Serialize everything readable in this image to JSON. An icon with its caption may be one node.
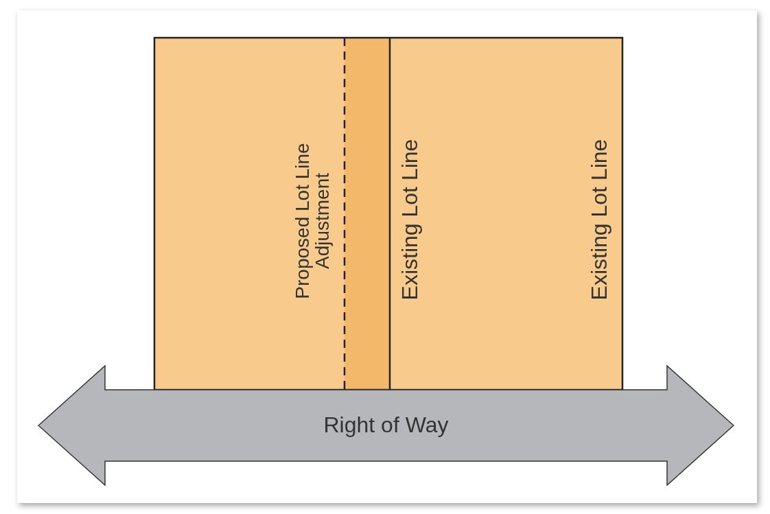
{
  "diagram": {
    "nodes": [
      {
        "text": [
          "Right of Way"
        ]
      }
    ],
    "labels": [
      "Proposed Lot Line Adjustment",
      "Existing Lot Line",
      "Existing Lot Line"
    ]
  }
}
